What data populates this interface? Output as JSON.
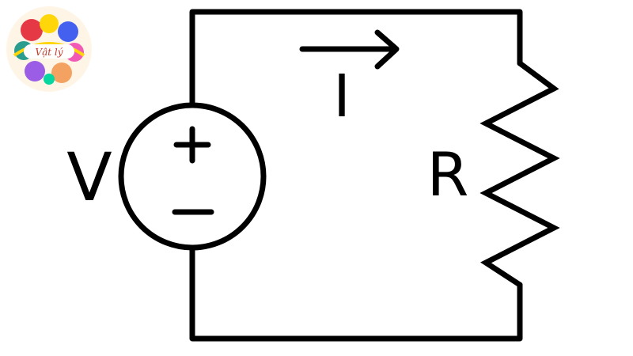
{
  "logo": {
    "text": "Vật lý",
    "colors": [
      "#e63946",
      "#f4a261",
      "#ffd60a",
      "#2a9d8f",
      "#4361ee",
      "#9b5de5",
      "#f15bb5",
      "#06d6a0"
    ]
  },
  "circuit": {
    "voltage_label": "V",
    "current_label": "I",
    "resistor_label": "R",
    "plus_sign": "+",
    "minus_sign": "−",
    "wire_color": "#000000",
    "background": "#ffffff"
  }
}
